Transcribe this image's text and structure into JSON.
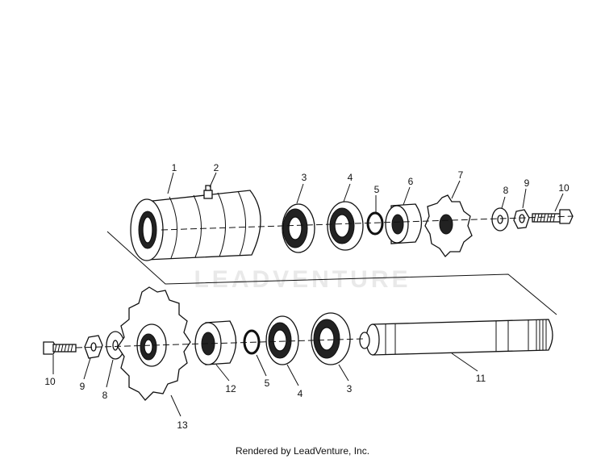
{
  "watermark": "LEADVENTURE",
  "footer": "Rendered by LeadVenture, Inc.",
  "labels": {
    "l1": "1",
    "l2": "2",
    "l3a": "3",
    "l4a": "4",
    "l5a": "5",
    "l6": "6",
    "l7": "7",
    "l8a": "8",
    "l9a": "9",
    "l10a": "10",
    "l10b": "10",
    "l9b": "9",
    "l8b": "8",
    "l13": "13",
    "l12": "12",
    "l5b": "5",
    "l4b": "4",
    "l3b": "3",
    "l11": "11"
  }
}
